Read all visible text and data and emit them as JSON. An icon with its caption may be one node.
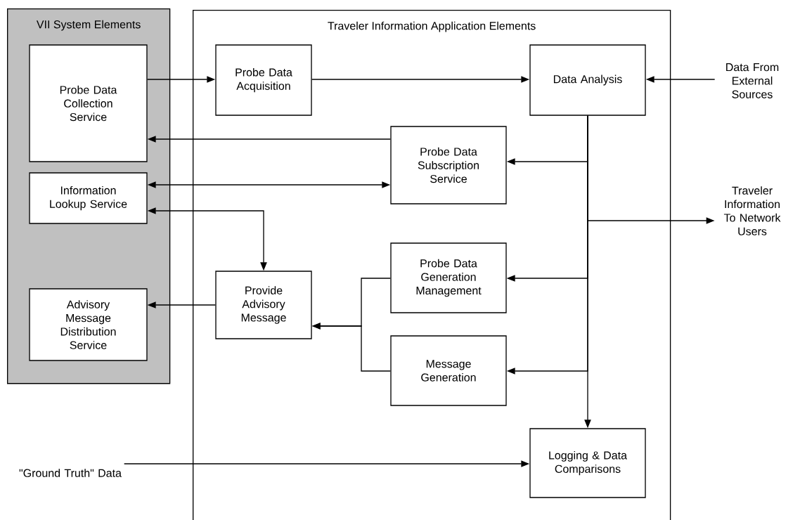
{
  "diagram": {
    "nodes": [
      {
        "text": [
          "VII System Elements"
        ]
      },
      {
        "text": [
          "Probe Data Collection Service"
        ],
        "in": 0
      },
      {
        "text": [
          "Information Lookup Service"
        ],
        "in": 0
      },
      {
        "text": [
          "Advisory Message Distribution Service"
        ],
        "in": 0
      },
      {
        "text": [
          "Traveler Information Application Elements"
        ]
      },
      {
        "text": [
          "Probe Data Acquisition"
        ],
        "in": 4
      },
      {
        "text": [
          "Data Analysis"
        ],
        "in": 4
      },
      {
        "text": [
          "Probe Data Subscription Service"
        ],
        "in": 4
      },
      {
        "text": [
          "Provide Advisory Message"
        ],
        "in": 4
      },
      {
        "text": [
          "Probe Data Generation Management"
        ],
        "in": 4
      },
      {
        "text": [
          "Message Generation"
        ],
        "in": 4
      },
      {
        "text": [
          "Logging & Data Comparisons"
        ],
        "in": 4
      },
      {
        "text": [
          "Data From External Sources"
        ]
      },
      {
        "text": [
          "Traveler Information To Network Users"
        ]
      },
      {
        "text": [
          "\"Ground Truth\" Data"
        ]
      }
    ],
    "edges": [
      {
        "from": 1,
        "to": 5,
        "arrow": "to"
      },
      {
        "from": 5,
        "to": 6,
        "arrow": "to"
      },
      {
        "from": 12,
        "to": 6,
        "arrow": "to"
      },
      {
        "from": 7,
        "to": 1,
        "arrow": "to"
      },
      {
        "from": 2,
        "to": 7,
        "arrow": "both"
      },
      {
        "from": 6,
        "to": 7,
        "arrow": "to"
      },
      {
        "from": 6,
        "to": 13,
        "arrow": "to"
      },
      {
        "from": 6,
        "to": 9,
        "arrow": "to"
      },
      {
        "from": 6,
        "to": 10,
        "arrow": "to"
      },
      {
        "from": 6,
        "to": 11,
        "arrow": "to"
      },
      {
        "from": 2,
        "to": 8,
        "arrow": "both"
      },
      {
        "from": 8,
        "to": 3,
        "arrow": "to"
      },
      {
        "from": 9,
        "to": 8,
        "arrow": "to"
      },
      {
        "from": 10,
        "to": 8,
        "arrow": "to"
      },
      {
        "from": 14,
        "to": 11,
        "arrow": "to"
      }
    ]
  }
}
